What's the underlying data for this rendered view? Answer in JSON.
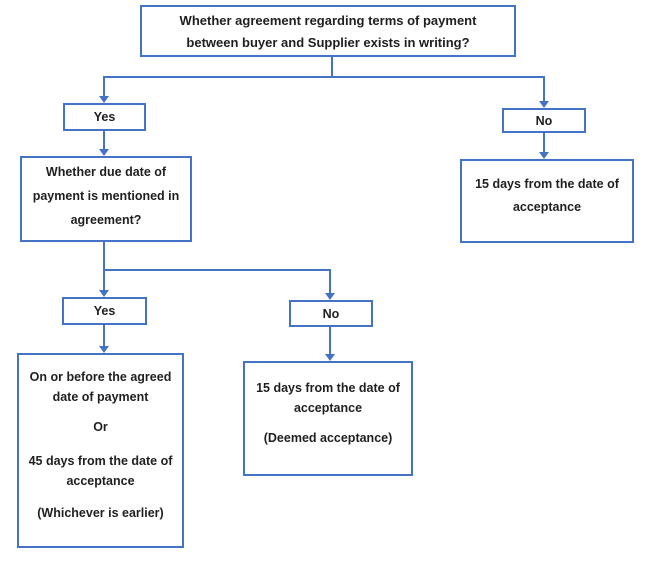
{
  "flowchart": {
    "colors": {
      "box_border": "#4472c4",
      "connector": "#4472c4",
      "text": "#1f1f1f",
      "background": "#ffffff"
    },
    "nodes": {
      "root_question": {
        "lines": [
          "Whether agreement regarding terms of payment",
          "between buyer and Supplier exists in writing?"
        ]
      },
      "yes_agreement": {
        "label": "Yes"
      },
      "no_agreement": {
        "label": "No"
      },
      "due_date_question": {
        "lines": [
          "Whether due date of",
          "payment is mentioned in",
          "agreement?"
        ]
      },
      "acceptance_15_days": {
        "lines": [
          "15 days from the date of",
          "acceptance"
        ]
      },
      "yes_due_date": {
        "label": "Yes"
      },
      "no_due_date": {
        "label": "No"
      },
      "agreed_or_45_days": {
        "lines": [
          "On or before the agreed",
          "date of payment",
          "Or",
          "45 days from the date of",
          "acceptance",
          "(Whichever is earlier)"
        ]
      },
      "deemed_acceptance_15_days": {
        "lines": [
          "15 days from the date of",
          "acceptance",
          "(Deemed acceptance)"
        ]
      }
    }
  }
}
